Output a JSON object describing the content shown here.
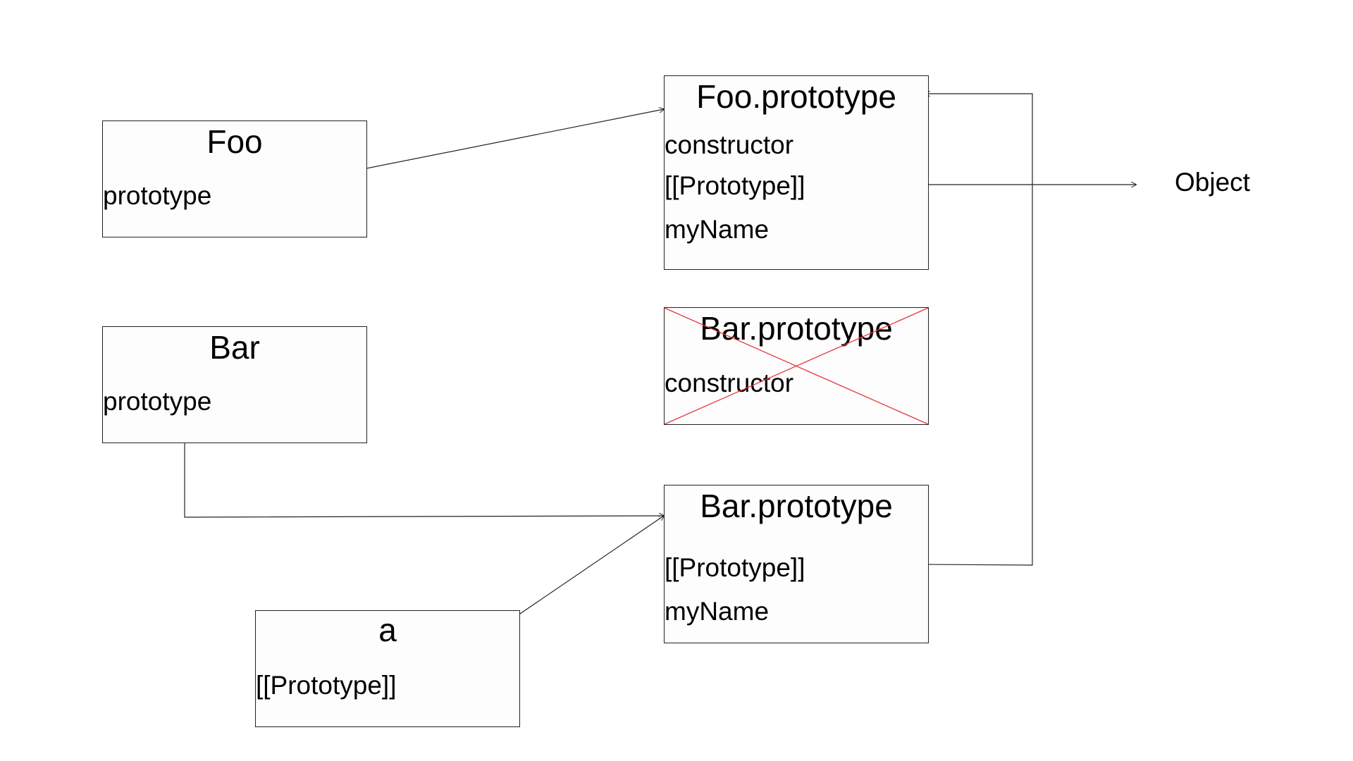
{
  "nodes": {
    "foo": {
      "title": "Foo",
      "fields": [
        "prototype"
      ]
    },
    "bar": {
      "title": "Bar",
      "fields": [
        "prototype"
      ]
    },
    "a": {
      "title": "a",
      "fields": [
        "[[Prototype]]"
      ]
    },
    "foo_prototype": {
      "title": "Foo.prototype",
      "fields": [
        "constructor",
        "[[Prototype]]",
        "myName"
      ]
    },
    "bar_prototype_old": {
      "title": "Bar.prototype",
      "fields": [
        "constructor"
      ],
      "crossed_out": true
    },
    "bar_prototype_new": {
      "title": "Bar.prototype",
      "fields": [
        "[[Prototype]]",
        "myName"
      ]
    },
    "object": {
      "label": "Object"
    }
  },
  "colors": {
    "line": "#222222",
    "cross": "#e8353a",
    "box_fill": "#fdfdfd"
  }
}
